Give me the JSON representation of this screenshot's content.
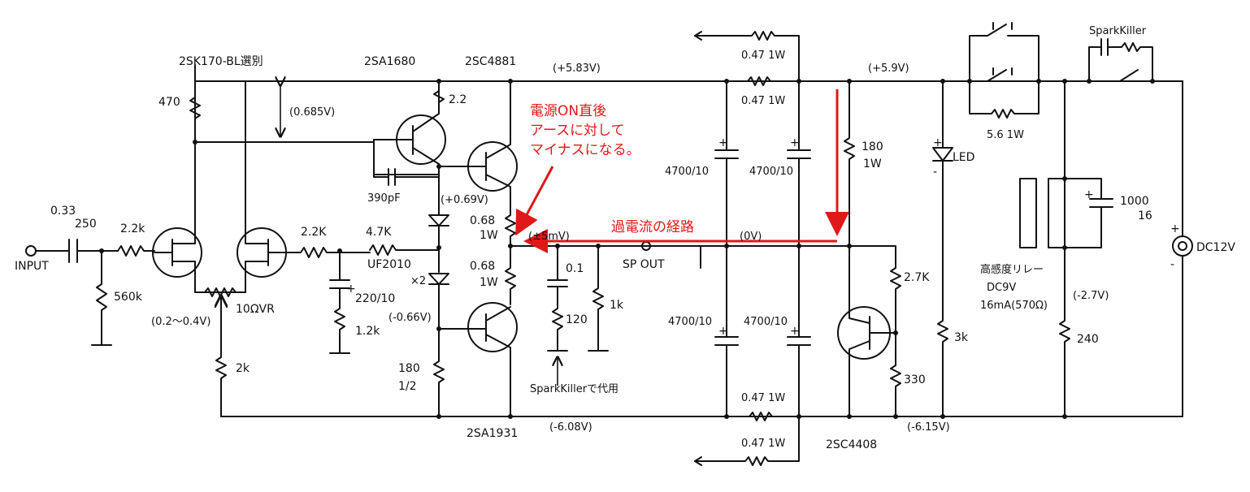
{
  "labels": {
    "q_jfet": "2SK170-BL選別",
    "q_2sa1680": "2SA1680",
    "q_2sc4881": "2SC4881",
    "q_2sa1931": "2SA1931",
    "q_2sc4408": "2SC4408",
    "v_pos_rail": "(+5.83V)",
    "v_pos_rail2": "(+5.9V)",
    "v_0685": "(0.685V)",
    "v_069": "(+0.69V)",
    "v_out": "(±5mV)",
    "v_0v": "(0V)",
    "v_neg066": "(-0.66V)",
    "v_neg608": "(-6.08V)",
    "v_neg615": "(-6.15V)",
    "v_neg27": "(-2.7V)",
    "v_vr": "(0.2～0.4V)",
    "r470": "470",
    "r22a": "2.2",
    "r22k_in": "2.2k",
    "r22k_mid": "2.2K",
    "r47k": "4.7K",
    "r560k": "560k",
    "c033": "0.33",
    "c033b": "250",
    "input": "INPUT",
    "vr": "10ΩVR",
    "r2k": "2k",
    "c390": "390pF",
    "r068a": "0.68",
    "r068a_w": "1W",
    "r068b": "0.68",
    "r068b_w": "1W",
    "diode": "UF2010",
    "diode_x2": "×2",
    "c220": "220/10",
    "r12k": "1.2k",
    "r180": "180",
    "r180_w": "1/2",
    "c01": "0.1",
    "r120": "120",
    "r1k": "1k",
    "spout": "SP OUT",
    "spark_note": "SparkKillerで代用",
    "r047_1": "0.47 1W",
    "r047_2": "0.47 1W",
    "r047_3": "0.47 1W",
    "r047_4": "0.47 1W",
    "c4700_1": "4700/10",
    "c4700_2": "4700/10",
    "c4700_3": "4700/10",
    "c4700_4": "4700/10",
    "r180_1w": "180",
    "r180_1w_b": "1W",
    "r27k": "2.7K",
    "r330": "330",
    "led": "LED",
    "r3k": "3k",
    "r56": "5.6 1W",
    "sparkkiller": "SparkKiller",
    "relay1": "高感度リレー",
    "relay2": "DC9V",
    "relay3": "16mA(570Ω)",
    "c1000a": "1000",
    "c1000b": "16",
    "r240": "240",
    "dc12": "DC12V",
    "plus": "+",
    "minus": "-"
  },
  "annotations": {
    "note1": "電源ON直後",
    "note2": "アースに対して",
    "note3": "マイナスになる。",
    "overcurrent": "過電流の経路"
  },
  "colors": {
    "ink": "#111111",
    "highlight": "#e01818"
  }
}
